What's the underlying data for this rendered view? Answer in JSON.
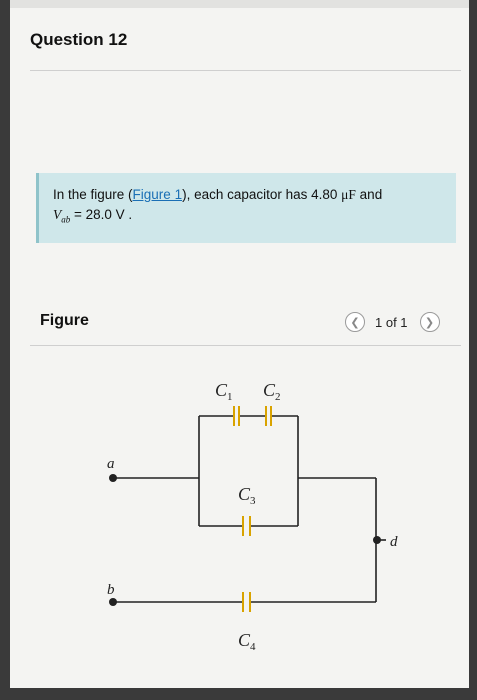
{
  "question": {
    "title": "Question 12"
  },
  "prompt": {
    "pre": "In the figure (",
    "link": "Figure 1",
    "mid": "), each capacitor has 4.80 ",
    "unit": "μF",
    "post": " and",
    "v_symbol": "V",
    "v_sub": "ab",
    "v_value": " = 28.0 V ."
  },
  "figure": {
    "label": "Figure",
    "pager_text": "1 of 1",
    "prev_icon": "chevron-left-icon",
    "next_icon": "chevron-right-icon"
  },
  "circuit": {
    "node_a": "a",
    "node_b": "b",
    "node_d": "d",
    "c1": "C",
    "c1_sub": "1",
    "c2": "C",
    "c2_sub": "2",
    "c3": "C",
    "c3_sub": "3",
    "c4": "C",
    "c4_sub": "4",
    "plate_color": "#d9a300",
    "wire_color": "#222222"
  }
}
